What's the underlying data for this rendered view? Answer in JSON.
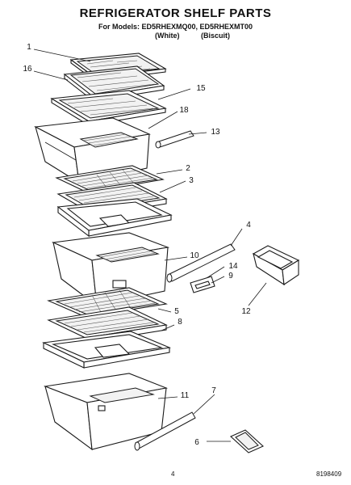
{
  "header": {
    "title": "REFRIGERATOR SHELF PARTS",
    "models_line": "For Models: ED5RHEXMQ00, ED5RHEXMT00",
    "variants": [
      "(White)",
      "(Biscuit)"
    ]
  },
  "callouts": [
    "1",
    "16",
    "15",
    "18",
    "13",
    "2",
    "3",
    "4",
    "10",
    "14",
    "9",
    "12",
    "5",
    "8",
    "11",
    "7",
    "6"
  ],
  "footer": {
    "page_number": "4",
    "doc_number": "8198409"
  }
}
